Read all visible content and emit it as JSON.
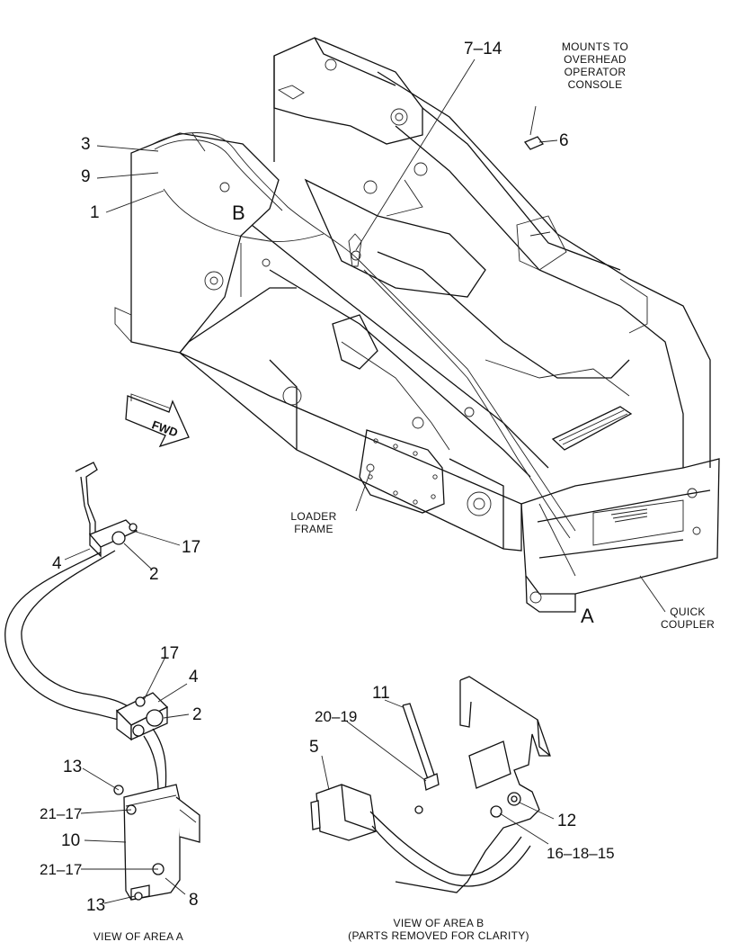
{
  "callouts": {
    "c_7_14": "7–14",
    "c_mounts": [
      "MOUNTS TO",
      "OVERHEAD",
      "OPERATOR",
      "CONSOLE"
    ],
    "c_6": "6",
    "c_3": "3",
    "c_9": "9",
    "c_1": "1",
    "c_B": "B",
    "c_fwd": "FWD",
    "c_loader_frame": [
      "LOADER",
      "FRAME"
    ],
    "c_A": "A",
    "c_quick_coupler": [
      "QUICK",
      "COUPLER"
    ],
    "c_4a": "4",
    "c_2a": "2",
    "c_17a": "17",
    "c_17b": "17",
    "c_4b": "4",
    "c_2b": "2",
    "c_13a": "13",
    "c_21_17a": "21–17",
    "c_10": "10",
    "c_21_17b": "21–17",
    "c_13b": "13",
    "c_8": "8",
    "c_11": "11",
    "c_20_19": "20–19",
    "c_5": "5",
    "c_12": "12",
    "c_16_18_15": "16–18–15"
  },
  "captions": {
    "view_a": "VIEW OF AREA A",
    "view_b_line1": "VIEW OF AREA B",
    "view_b_line2": "(PARTS REMOVED FOR CLARITY)"
  }
}
